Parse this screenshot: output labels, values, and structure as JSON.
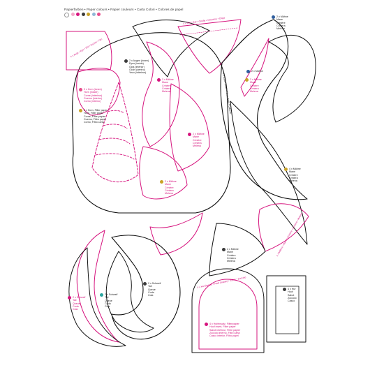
{
  "header": {
    "text": "Papierfarben • Paper colours • Papier couleurs • Carta Colori • Colores de papel",
    "swatch_colors": [
      "#ffffff",
      "#f4a6c8",
      "#d6147e",
      "#3a3a3a",
      "#c9a227",
      "#8fb7d6",
      "#e84c8a"
    ]
  },
  "colors": {
    "pink": "#d6147e",
    "black": "#111111",
    "yellow": "#e3b400",
    "blue": "#2f5e9e",
    "teal": "#2aa6a0"
  },
  "labels": {
    "eye": [
      "2 x Augen (innen)",
      "Eyes (inside)",
      "Ojos (interior)",
      "Occhi (dentro)",
      "Yeux (intérieur)"
    ],
    "horn_inner": [
      "2 x Horn (innen)",
      "Horn (inside)",
      "Corne (intérieur)",
      "Cuerno (interior)",
      "Corno (interno)"
    ],
    "horn": [
      "2 x Horn, Filter paper",
      "Horn, Filter paper",
      "Corne, Filtre papier",
      "Cuerno, Filtro papel",
      "Corno, Filtro carta"
    ],
    "mane_a": [
      "2 x Mähne",
      "Mane",
      "Crinière",
      "Criniera",
      "Melena"
    ],
    "mane_b": [
      "2 x Mähne",
      "Mane",
      "Crinière",
      "Criniera",
      "Melena"
    ],
    "mane_c": [
      "2 x Mähne",
      "Mane",
      "Crinière",
      "Criniera",
      "Melena"
    ],
    "mane_d": [
      "2 x Mähne",
      "Mane",
      "Crinière",
      "Criniera",
      "Melena"
    ],
    "mane_e": [
      "2 x Mähne",
      "Mane",
      "Crinière",
      "Criniera",
      "Melena"
    ],
    "mane_f": [
      "2 x Mähne",
      "Mane",
      "Crinière",
      "Criniera",
      "Melena"
    ],
    "mane_g": [
      "4 x Mähne",
      "Mane",
      "Crinière",
      "Criniera",
      "Melena"
    ],
    "tail_a": [
      "2 x Schweif",
      "Tail",
      "Queue",
      "Coda",
      "Cola"
    ],
    "tail_b": [
      "2 x Schweif",
      "Tail",
      "Queue",
      "Coda",
      "Cola"
    ],
    "tail_c": [
      "2 x Schweif",
      "Tail",
      "Queue",
      "Coda",
      "Cola"
    ],
    "hoof": [
      "4 x Huf",
      "Hoof",
      "Sabot",
      "Zoccolo",
      "Casco"
    ],
    "body": [
      "4 x Hufeinsatz, Filterpapier",
      "Hoof insert, Filter paper",
      "Sabot intérieur, Filtre papier",
      "Zoccolo interno, Filtro carta",
      "Casco interior, Filtro papel"
    ],
    "ear_rot": "4 x Ohr • Ear • Oreille • Orecchio • Oreja",
    "left_rot": "4 x Auge • Eye • Œil • Occhio • Ojo",
    "center_rot": "2 x Kopf • Head • Tête • Testa • Cabeza",
    "right_rot": "2 x Mähne • Mane • Crinière • Criniera • Melena",
    "inner_rot": "4 x Huf (innen) • Hoof (inside) • Sabot • Zoccolo"
  }
}
